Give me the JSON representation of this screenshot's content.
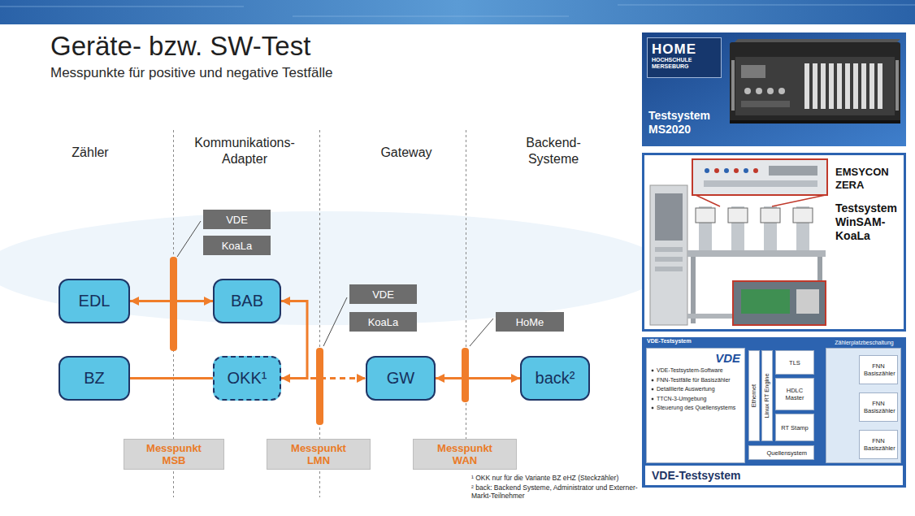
{
  "diagram": {
    "title": "Geräte- bzw. SW-Test",
    "nodes": [
      {
        "text": [
          "VDE"
        ]
      },
      {
        "text": [
          "KoaLa"
        ]
      },
      {
        "text": [
          "EDL"
        ]
      },
      {
        "text": [
          "BAB"
        ]
      },
      {
        "text": [
          "VDE"
        ]
      },
      {
        "text": [
          "KoaLa"
        ]
      },
      {
        "text": [
          "HoMe"
        ]
      },
      {
        "text": [
          "BZ"
        ]
      },
      {
        "text": [
          "OKK¹"
        ]
      },
      {
        "text": [
          "GW"
        ]
      },
      {
        "text": [
          "back²"
        ]
      },
      {
        "text": [
          "Messpunkt MSB"
        ]
      },
      {
        "text": [
          "Messpunkt LMN"
        ]
      },
      {
        "text": [
          "Messpunkt WAN"
        ]
      },
      {
        "text": [
          "Testsystem MS2020"
        ]
      },
      {
        "text": [
          "HOME",
          "HOCHSCHULE MERSEBURG"
        ],
        "in": 14
      },
      {
        "text": [
          "EMSYCON ZERA",
          "Testsystem WinSAM- KoaLa"
        ]
      },
      {
        "text": [
          "VDE-Testsystem"
        ]
      },
      {
        "text": [
          "VDE",
          "VDE-Testsystem-Software",
          "FNN-Testfälle für Basiszähler",
          "Detaillierte Auswertung",
          "TTCN-3-Umgebung",
          "Steuerung des Quellensystems"
        ],
        "in": 17
      },
      {
        "text": [
          "Ethernet"
        ],
        "in": 17
      },
      {
        "text": [
          "Linux RT Engine"
        ],
        "in": 17
      },
      {
        "text": [
          "TLS"
        ],
        "in": 17
      },
      {
        "text": [
          "HDLC Master"
        ],
        "in": 17
      },
      {
        "text": [
          "RT Stamp"
        ],
        "in": 17
      },
      {
        "text": [
          "Quellensystem"
        ],
        "in": 17
      },
      {
        "text": [
          "Zählerplatzbeschaltung"
        ],
        "in": 17
      },
      {
        "text": [
          "FNN Basiszähler"
        ],
        "in": 25
      },
      {
        "text": [
          "FNN Basiszähler"
        ],
        "in": 25
      },
      {
        "text": [
          "FNN Basiszähler"
        ],
        "in": 25
      }
    ],
    "edges": [
      {
        "from": 2,
        "to": 3,
        "arrow": "both"
      },
      {
        "from": 7,
        "to": 8,
        "arrow": "none"
      },
      {
        "from": 8,
        "to": 3,
        "arrow": "both"
      },
      {
        "from": 8,
        "to": 9,
        "arrow": "to"
      },
      {
        "from": 9,
        "to": 10,
        "arrow": "both"
      }
    ],
    "labels": [
      "Messpunkte für positive und negative Testfälle",
      "Zähler",
      "Kommunikations- Adapter",
      "Gateway",
      "Backend- Systeme",
      "¹ OKK nur für die Variante BZ eHZ (Steckzähler)",
      "² back: Backend Systeme, Administrator und Externer-Markt-Teilnehmer",
      "VDE-Testsystem"
    ]
  }
}
